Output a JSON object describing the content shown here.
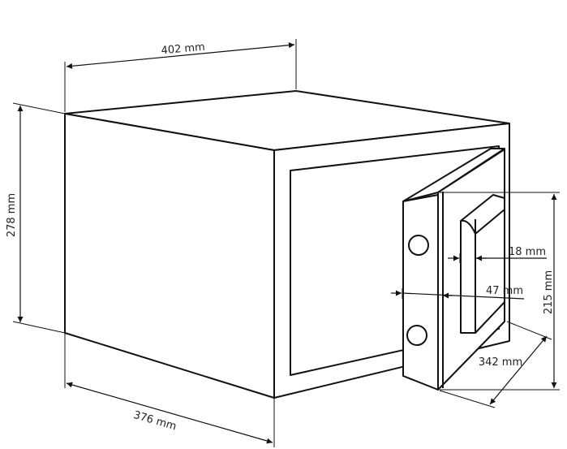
{
  "title": "Safe dimensions drawing",
  "dimensions": {
    "width_top": "402 mm",
    "height": "278 mm",
    "depth": "376 mm",
    "door_height": "215 mm",
    "door_width": "342 mm",
    "handle_depth": "18 mm",
    "door_thickness": "47 mm"
  }
}
